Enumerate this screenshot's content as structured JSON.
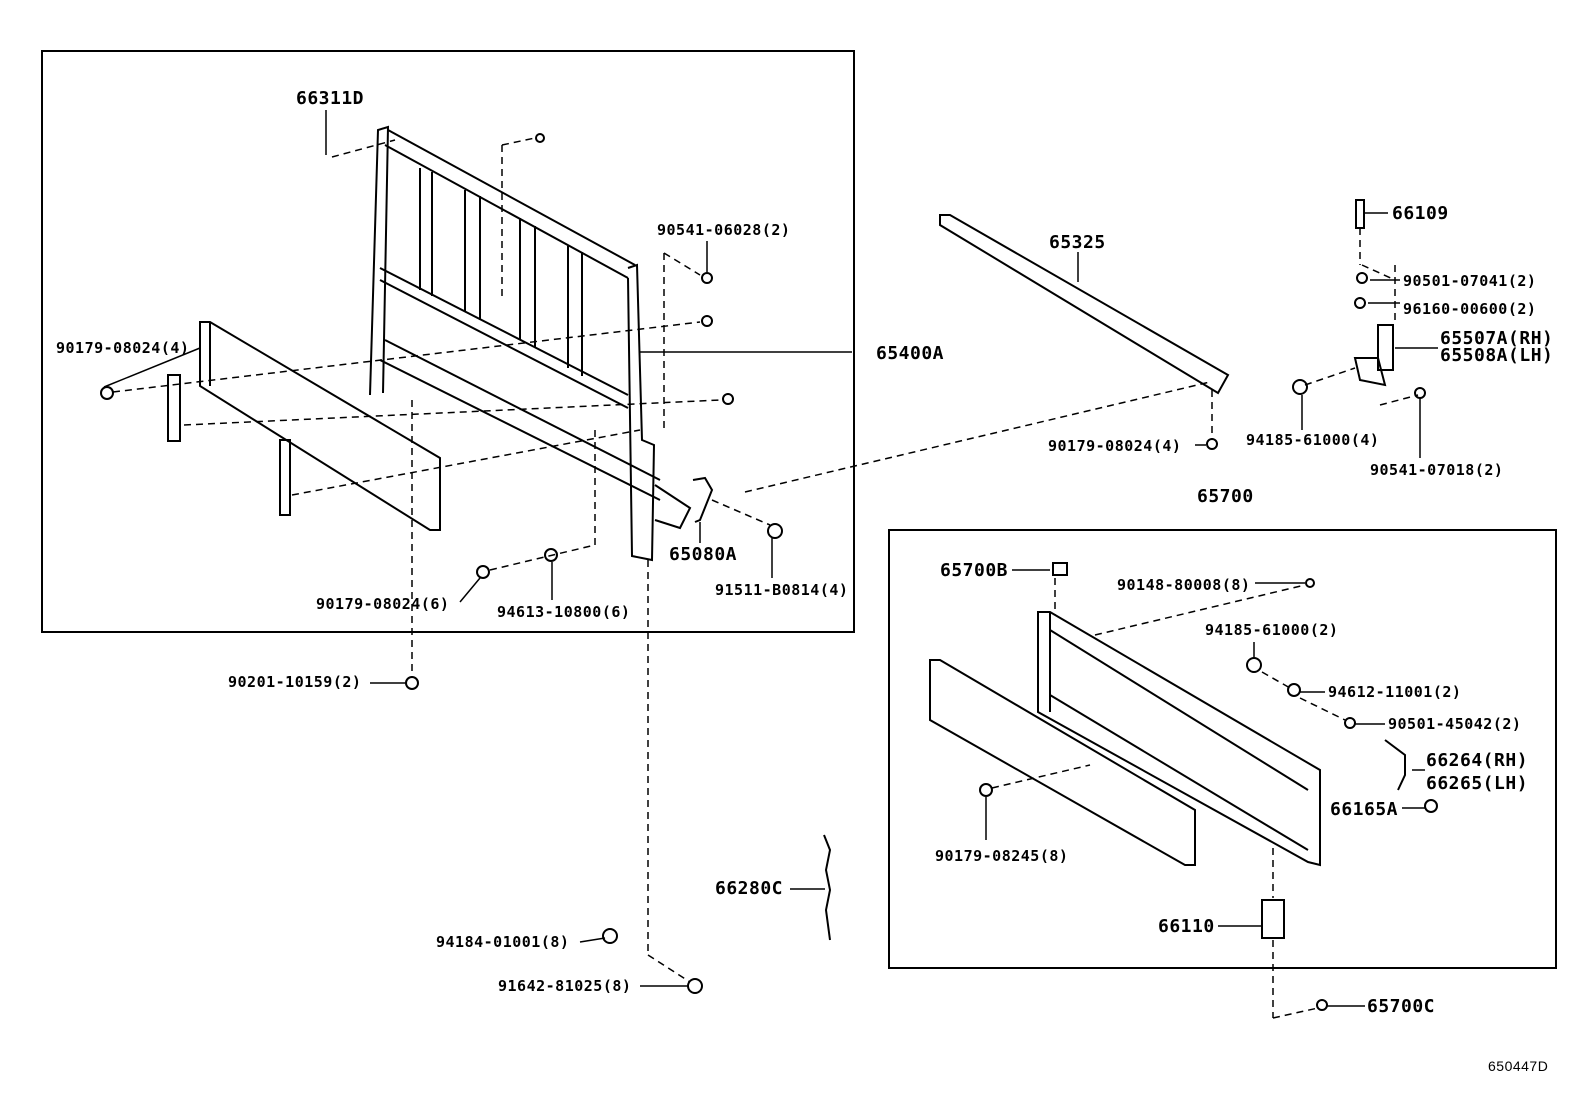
{
  "diagram_id": "650447D",
  "parts": [
    {
      "id": "p66311D",
      "label": "66311D"
    },
    {
      "id": "p90541_06028",
      "label": "90541-06028(2)"
    },
    {
      "id": "p90179_08024_4a",
      "label": "90179-08024(4)"
    },
    {
      "id": "p65400A",
      "label": "65400A"
    },
    {
      "id": "p65325",
      "label": "65325"
    },
    {
      "id": "p66109",
      "label": "66109"
    },
    {
      "id": "p90501_07041",
      "label": "90501-07041(2)"
    },
    {
      "id": "p96160_00600",
      "label": "96160-00600(2)"
    },
    {
      "id": "p65507A",
      "label": "65507A(RH)"
    },
    {
      "id": "p65508A",
      "label": "65508A(LH)"
    },
    {
      "id": "p94185_61000_4",
      "label": "94185-61000(4)"
    },
    {
      "id": "p90179_08024_4b",
      "label": "90179-08024(4)"
    },
    {
      "id": "p90541_07018",
      "label": "90541-07018(2)"
    },
    {
      "id": "p65700",
      "label": "65700"
    },
    {
      "id": "p65080A",
      "label": "65080A"
    },
    {
      "id": "p91511_B0814",
      "label": "91511-B0814(4)"
    },
    {
      "id": "p90179_08024_6",
      "label": "90179-08024(6)"
    },
    {
      "id": "p94613_10800",
      "label": "94613-10800(6)"
    },
    {
      "id": "p90201_10159",
      "label": "90201-10159(2)"
    },
    {
      "id": "p65700B",
      "label": "65700B"
    },
    {
      "id": "p90148_80008",
      "label": "90148-80008(8)"
    },
    {
      "id": "p94185_61000_2",
      "label": "94185-61000(2)"
    },
    {
      "id": "p94612_11001",
      "label": "94612-11001(2)"
    },
    {
      "id": "p90501_45042",
      "label": "90501-45042(2)"
    },
    {
      "id": "p66264",
      "label": "66264(RH)"
    },
    {
      "id": "p66265",
      "label": "66265(LH)"
    },
    {
      "id": "p66165A",
      "label": "66165A"
    },
    {
      "id": "p90179_08245",
      "label": "90179-08245(8)"
    },
    {
      "id": "p66110",
      "label": "66110"
    },
    {
      "id": "p66280C",
      "label": "66280C"
    },
    {
      "id": "p94184_01001",
      "label": "94184-01001(8)"
    },
    {
      "id": "p91642_81025",
      "label": "91642-81025(8)"
    },
    {
      "id": "p65700C",
      "label": "65700C"
    }
  ]
}
